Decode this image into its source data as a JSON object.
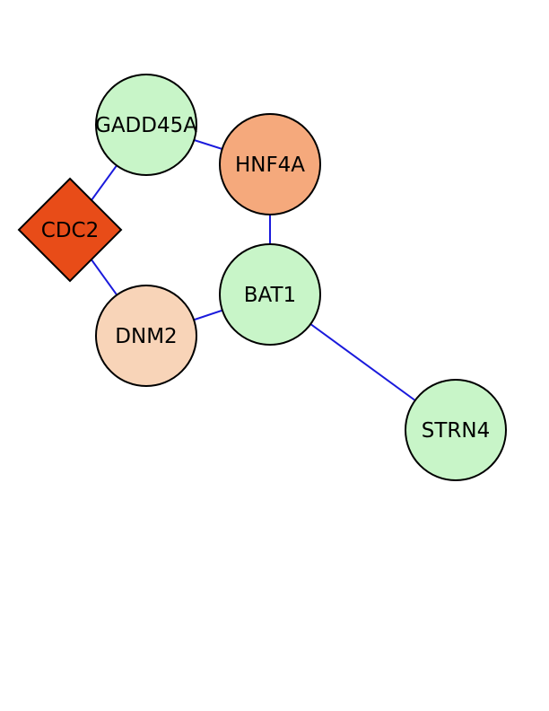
{
  "network": {
    "nodes": [
      {
        "id": "GADD45A",
        "label": "GADD45A",
        "shape": "circle",
        "fill": "#c8f5c8"
      },
      {
        "id": "HNF4A",
        "label": "HNF4A",
        "shape": "circle",
        "fill": "#f5a97c"
      },
      {
        "id": "CDC2",
        "label": "CDC2",
        "shape": "diamond",
        "fill": "#e84c18"
      },
      {
        "id": "BAT1",
        "label": "BAT1",
        "shape": "circle",
        "fill": "#c8f5c8"
      },
      {
        "id": "DNM2",
        "label": "DNM2",
        "shape": "circle",
        "fill": "#f8d4b8"
      },
      {
        "id": "STRN4",
        "label": "STRN4",
        "shape": "circle",
        "fill": "#c8f5c8"
      }
    ],
    "edges": [
      {
        "source": "GADD45A",
        "target": "HNF4A"
      },
      {
        "source": "GADD45A",
        "target": "CDC2"
      },
      {
        "source": "CDC2",
        "target": "DNM2"
      },
      {
        "source": "HNF4A",
        "target": "BAT1"
      },
      {
        "source": "DNM2",
        "target": "BAT1"
      },
      {
        "source": "BAT1",
        "target": "STRN4"
      }
    ],
    "edge_color": "#1a1adc",
    "node_stroke": "#000000"
  }
}
